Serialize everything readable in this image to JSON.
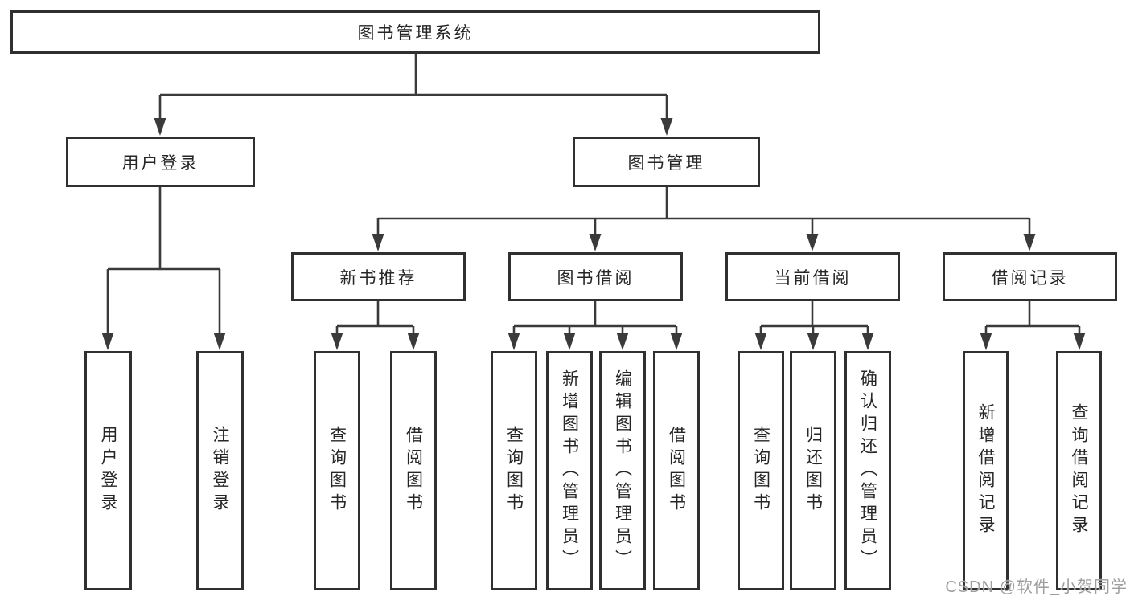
{
  "diagram": {
    "root": "图书管理系统",
    "level2": {
      "userLogin": "用户登录",
      "bookMgmt": "图书管理"
    },
    "level3": {
      "newBook": "新书推荐",
      "bookBorrow": "图书借阅",
      "currentBorrow": "当前借阅",
      "borrowRecord": "借阅记录"
    },
    "leaves": {
      "userLogin": [
        "用户登录",
        "注销登录"
      ],
      "newBook": [
        "查询图书",
        "借阅图书"
      ],
      "bookBorrow": [
        "查询图书",
        "新增图书（管理员）",
        "编辑图书（管理员）",
        "借阅图书"
      ],
      "currentBorrow": [
        "查询图书",
        "归还图书",
        "确认归还（管理员）"
      ],
      "borrowRecord": [
        "新增借阅记录",
        "查询借阅记录"
      ]
    }
  },
  "watermark": "CSDN @软件_小贺同学",
  "colors": {
    "line": "#3a3a3a",
    "box_border": "#303030",
    "text": "#262626",
    "watermark": "#9e9e9e",
    "background": "#ffffff"
  }
}
